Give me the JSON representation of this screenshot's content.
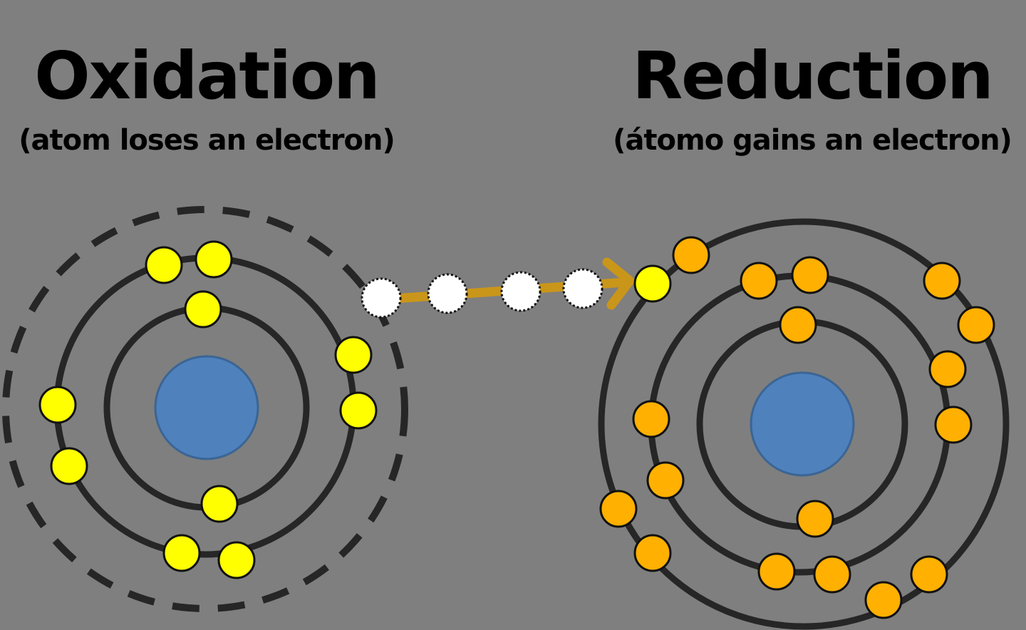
{
  "oxidation": {
    "title": "Oxidation",
    "subtitle": "(atom loses an electron)"
  },
  "reduction": {
    "title": "Reduction",
    "subtitle": "(átomo gains an electron)"
  },
  "colors": {
    "background": "#7f7f7f",
    "nucleus": "#4f81bd",
    "shell": "#262626",
    "oxidation_electron": "#ffff00",
    "reduction_electron": "#ffb000",
    "transfer_electron": "#ffffff",
    "arrow": "#c9961a"
  }
}
